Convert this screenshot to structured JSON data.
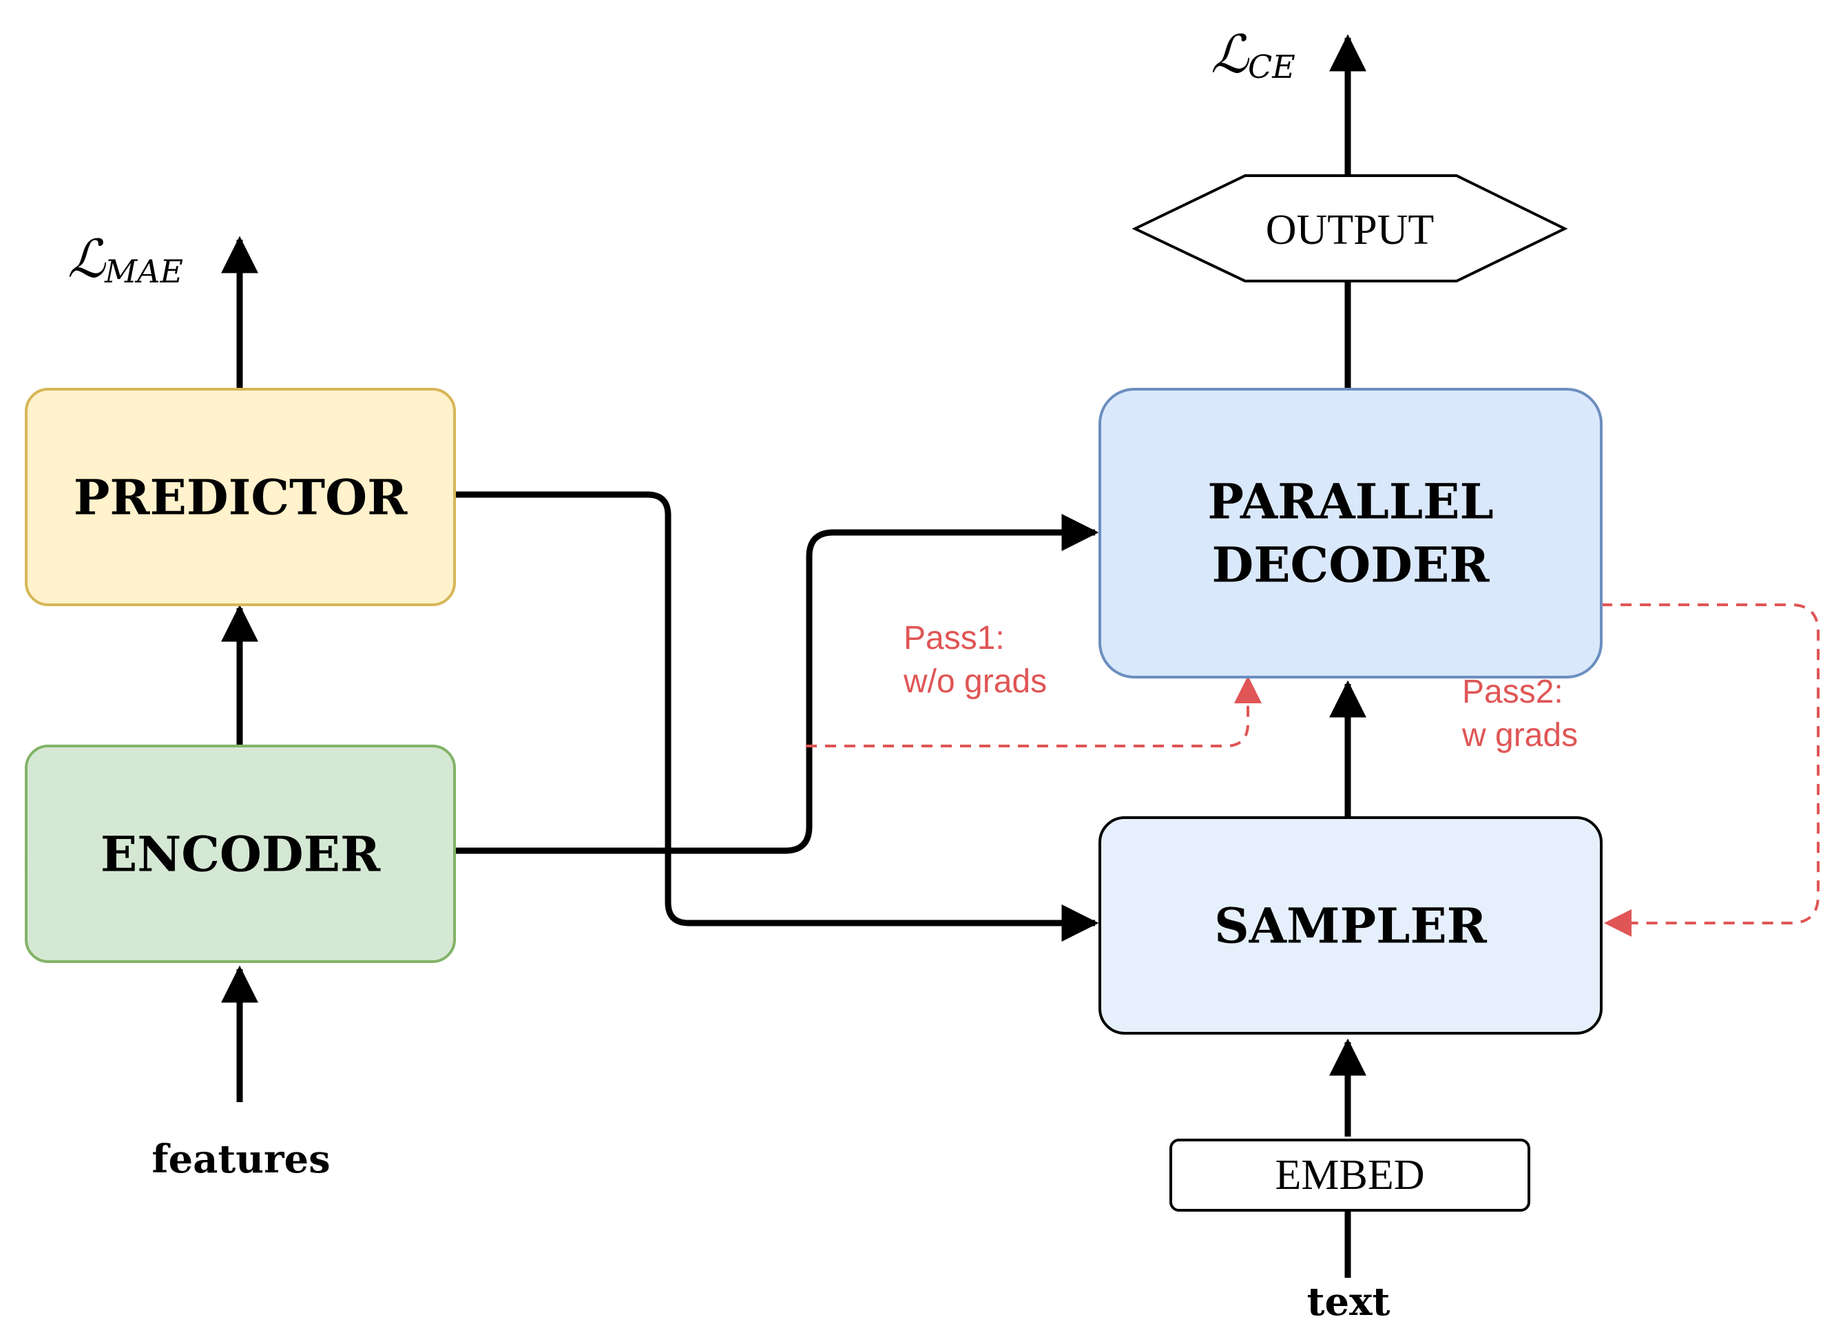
{
  "colors": {
    "predictor_fill": "#fff2cc",
    "predictor_stroke": "#d6b656",
    "encoder_fill": "#d5e8d4",
    "encoder_stroke": "#82b366",
    "decoder_fill": "#dae8fc",
    "decoder_stroke": "#6c8ebf",
    "sampler_fill": "#e6f0fd",
    "sampler_stroke": "#000000",
    "pass_color": "#e05555"
  },
  "blocks": {
    "predictor": "PREDICTOR",
    "encoder": "ENCODER",
    "decoder_line1": "PARALLEL",
    "decoder_line2": "DECODER",
    "sampler": "SAMPLER",
    "output": "OUTPUT",
    "embed": "EMBED"
  },
  "inputs": {
    "features": "features",
    "text": "text"
  },
  "losses": {
    "mae_symbol": "ℒ",
    "mae_subscript": "MAE",
    "ce_symbol": "ℒ",
    "ce_subscript": "CE"
  },
  "annotations": {
    "pass1_line1": "Pass1:",
    "pass1_line2": "w/o grads",
    "pass2_line1": "Pass2:",
    "pass2_line2": "w grads"
  }
}
